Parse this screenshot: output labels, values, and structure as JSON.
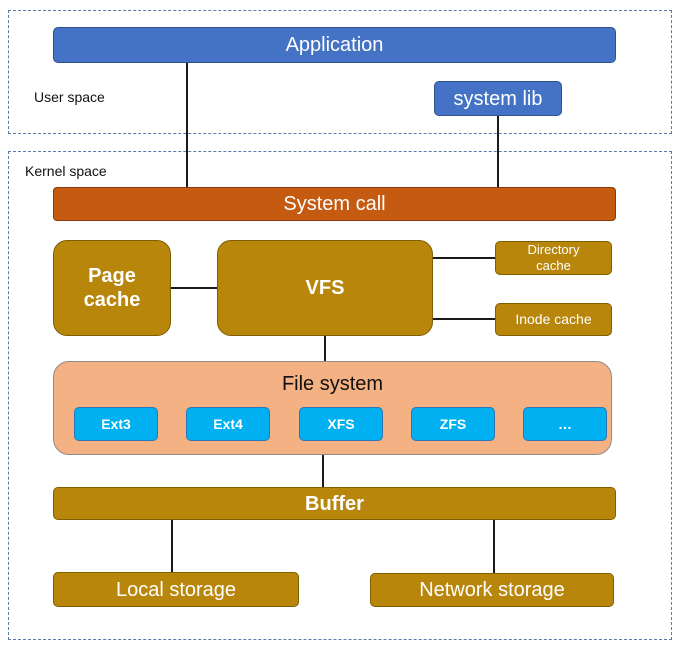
{
  "regions": {
    "user_space": "User space",
    "kernel_space": "Kernel space"
  },
  "boxes": {
    "application": "Application",
    "system_lib": "system lib",
    "system_call": "System call",
    "page_cache": "Page\ncache",
    "vfs": "VFS",
    "directory_cache": "Directory\ncache",
    "inode_cache": "Inode cache",
    "file_system": "File system",
    "buffer": "Buffer",
    "local_storage": "Local storage",
    "network_storage": "Network storage"
  },
  "filesystems": [
    "Ext3",
    "Ext4",
    "XFS",
    "ZFS",
    "…"
  ],
  "colors": {
    "user_layer": "#4472c4",
    "system_call": "#c55a11",
    "kernel_component": "#b8860b",
    "file_system_container": "#f4b183",
    "filesystem_item": "#00b0f0",
    "region_border": "#5b7ba6"
  }
}
